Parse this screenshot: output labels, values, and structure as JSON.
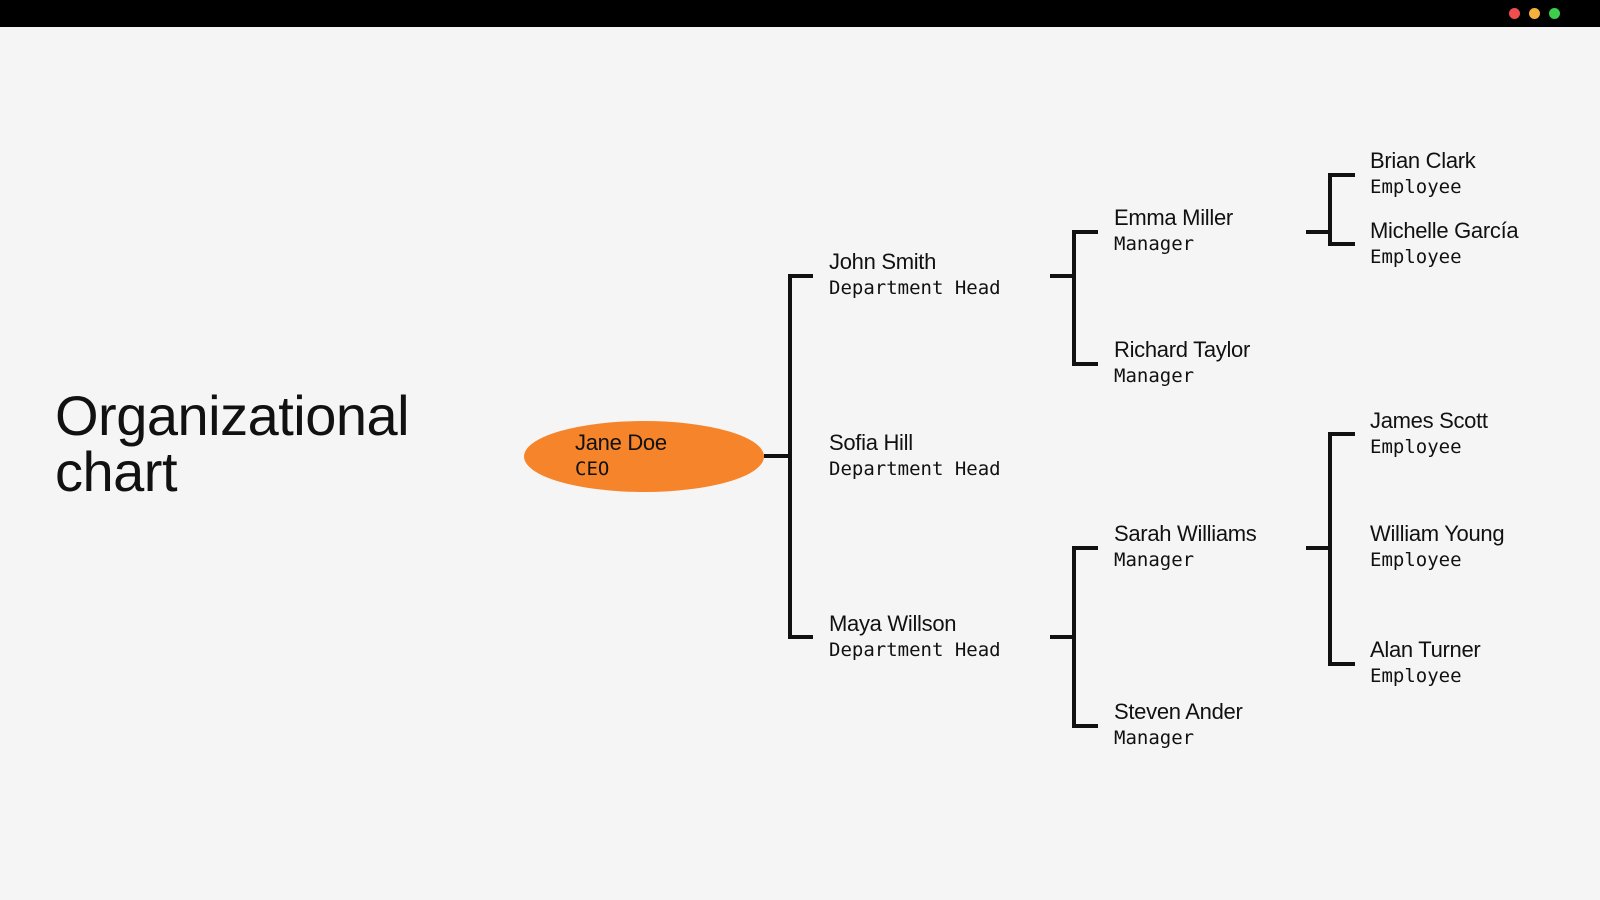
{
  "colors": {
    "background": "#f5f5f5",
    "topbar": "#000000",
    "accent": "#f5842b",
    "line": "#111111",
    "dot_red": "#ee4e4e",
    "dot_yellow": "#f2b13c",
    "dot_green": "#3ccd4d"
  },
  "window_controls": [
    "close-dot",
    "minimize-dot",
    "maximize-dot"
  ],
  "title": {
    "line1": "Organizational",
    "line2": "chart"
  },
  "ceo": {
    "name": "Jane Doe",
    "role": "CEO"
  },
  "department_heads": [
    {
      "name": "John Smith",
      "role": "Department Head",
      "managers": [
        {
          "name": "Emma Miller",
          "role": "Manager",
          "employees": [
            {
              "name": "Brian Clark",
              "role": "Employee"
            },
            {
              "name": "Michelle García",
              "role": "Employee"
            }
          ]
        },
        {
          "name": "Richard Taylor",
          "role": "Manager",
          "employees": []
        }
      ]
    },
    {
      "name": "Sofia Hill",
      "role": "Department Head",
      "managers": []
    },
    {
      "name": "Maya Willson",
      "role": "Department Head",
      "managers": [
        {
          "name": "Sarah Williams",
          "role": "Manager",
          "employees": [
            {
              "name": "James Scott",
              "role": "Employee"
            },
            {
              "name": "William Young",
              "role": "Employee"
            },
            {
              "name": "Alan Turner",
              "role": "Employee"
            }
          ]
        },
        {
          "name": "Steven Ander",
          "role": "Manager",
          "employees": []
        }
      ]
    }
  ]
}
